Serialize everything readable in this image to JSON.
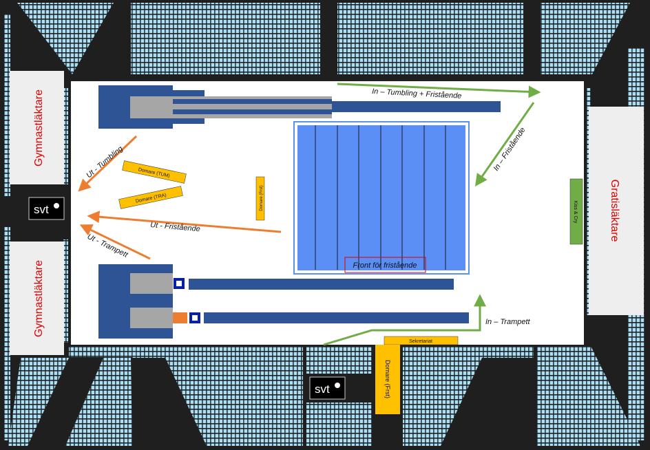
{
  "stands": {
    "left_top": "Gymnastläktare",
    "left_bottom": "Gymnastläktare",
    "right": "Gratisläktare"
  },
  "logos": {
    "left": "svt",
    "bottom": "svt"
  },
  "kiss_cry": "Kiss & Cry",
  "judges": {
    "tumbling": "Domare (TUM)",
    "trampoline": "Domare (TRA)",
    "floor_center": "Domare (Frst)",
    "floor_bottom": "Domare (Frst)",
    "secretariat": "Sekretariat"
  },
  "floor": {
    "front_label": "Front för fristående"
  },
  "routes": {
    "in_tumbling_floor": "In – Tumbling + Fristående",
    "in_floor": "In – Fristående",
    "out_tumbling": "Ut - Tumbling",
    "out_floor": "Ut - Fristående",
    "out_trampoline": "Ut - Trampett",
    "in_trampoline": "In – Trampett"
  },
  "colors": {
    "background": "#1f1f1f",
    "seat": "#a9dff7",
    "arena": "#ffffff",
    "equipment": "#2f5496",
    "mat_grey": "#a6a6a6",
    "floor_blue": "#5b8ff5",
    "judge_orange": "#ffc000",
    "in_arrow": "#70ad47",
    "out_arrow": "#ed7d31",
    "stand_text": "#e00000",
    "kiss_green": "#70ad47"
  }
}
